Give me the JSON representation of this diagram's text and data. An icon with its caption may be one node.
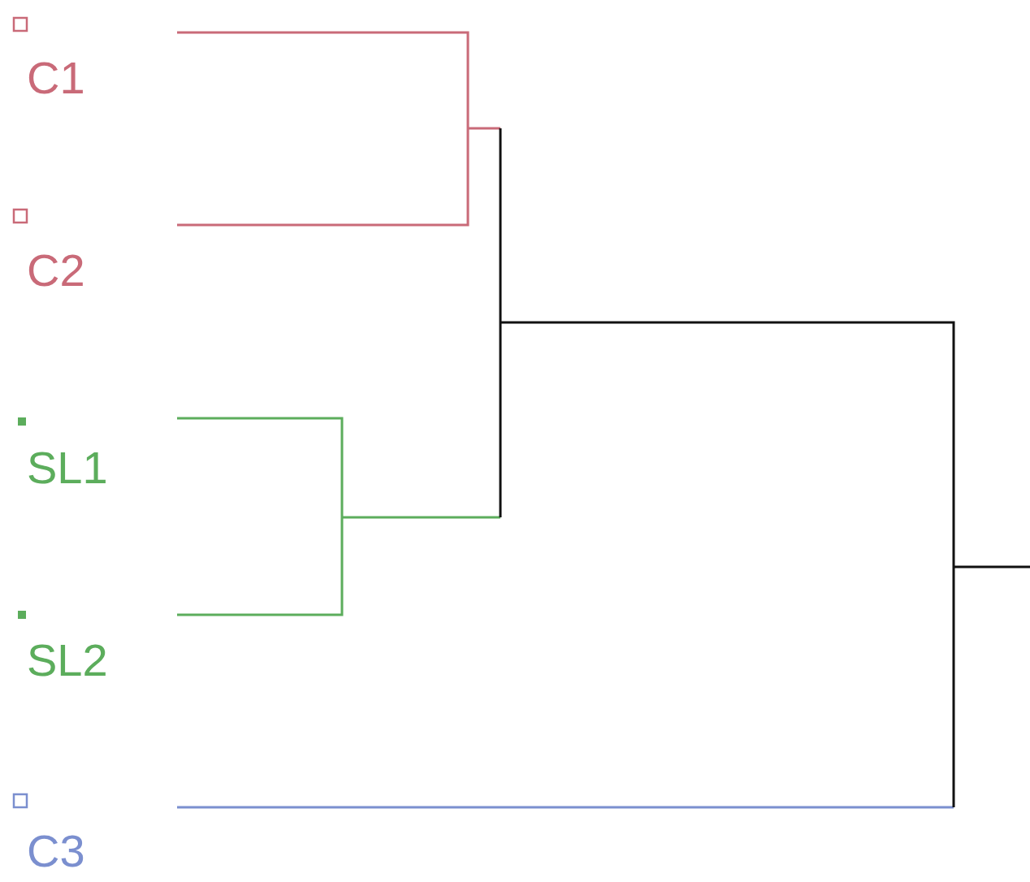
{
  "diagram": {
    "labels": [
      "C1",
      "C2",
      "SL1",
      "SL2",
      "C3"
    ]
  }
}
